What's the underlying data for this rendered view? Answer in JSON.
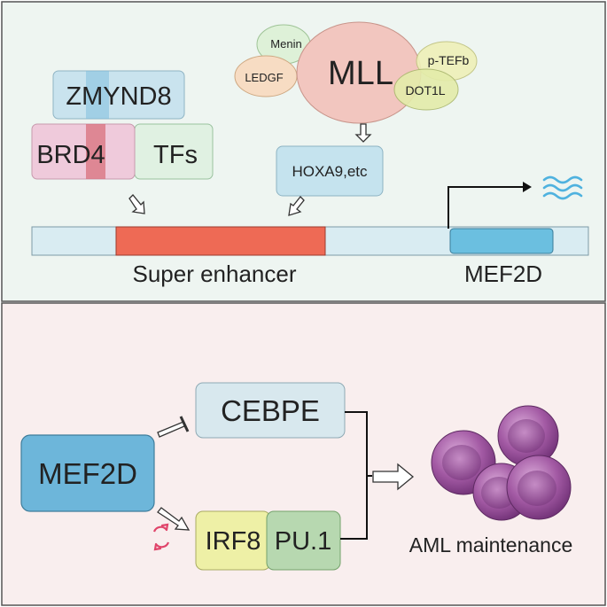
{
  "colors": {
    "top_panel_bg": "#eef5f1",
    "bottom_panel_bg": "#f9eeee",
    "border": "#555555",
    "zmynd8": "#c9e3ee",
    "brd4": "#efcadb",
    "tfs": "#e0f1e2",
    "mll": "#f2c6bf",
    "menin": "#def1d8",
    "ledgf": "#f7dcc3",
    "ptefb": "#eef0b8",
    "dot1l": "#e4ecaa",
    "hoxa9": "#c5e3ee",
    "super_enhancer": "#ee6a55",
    "dna_bar": "#d9ecf2",
    "mef2d_gene": "#6bbfe0",
    "mef2d_box": "#6db6da",
    "cebpe": "#d8e8ee",
    "irf8": "#eef0a6",
    "pu1": "#b7d8b0",
    "cell_fill": "#a760a8",
    "feedback_icon": "#e0446a",
    "transcript_wave": "#4fb2df"
  },
  "top": {
    "zmynd8": "ZMYND8",
    "brd4": "BRD4",
    "tfs": "TFs",
    "mll": "MLL",
    "menin": "Menin",
    "ledgf": "LEDGF",
    "ptefb": "p-TEFb",
    "dot1l": "DOT1L",
    "hoxa9": "HOXA9,etc",
    "super_enhancer_label": "Super enhancer",
    "mef2d_gene_label": "MEF2D"
  },
  "bottom": {
    "mef2d": "MEF2D",
    "cebpe": "CEBPE",
    "irf8": "IRF8",
    "pu1": "PU.1",
    "outcome": "AML maintenance"
  }
}
